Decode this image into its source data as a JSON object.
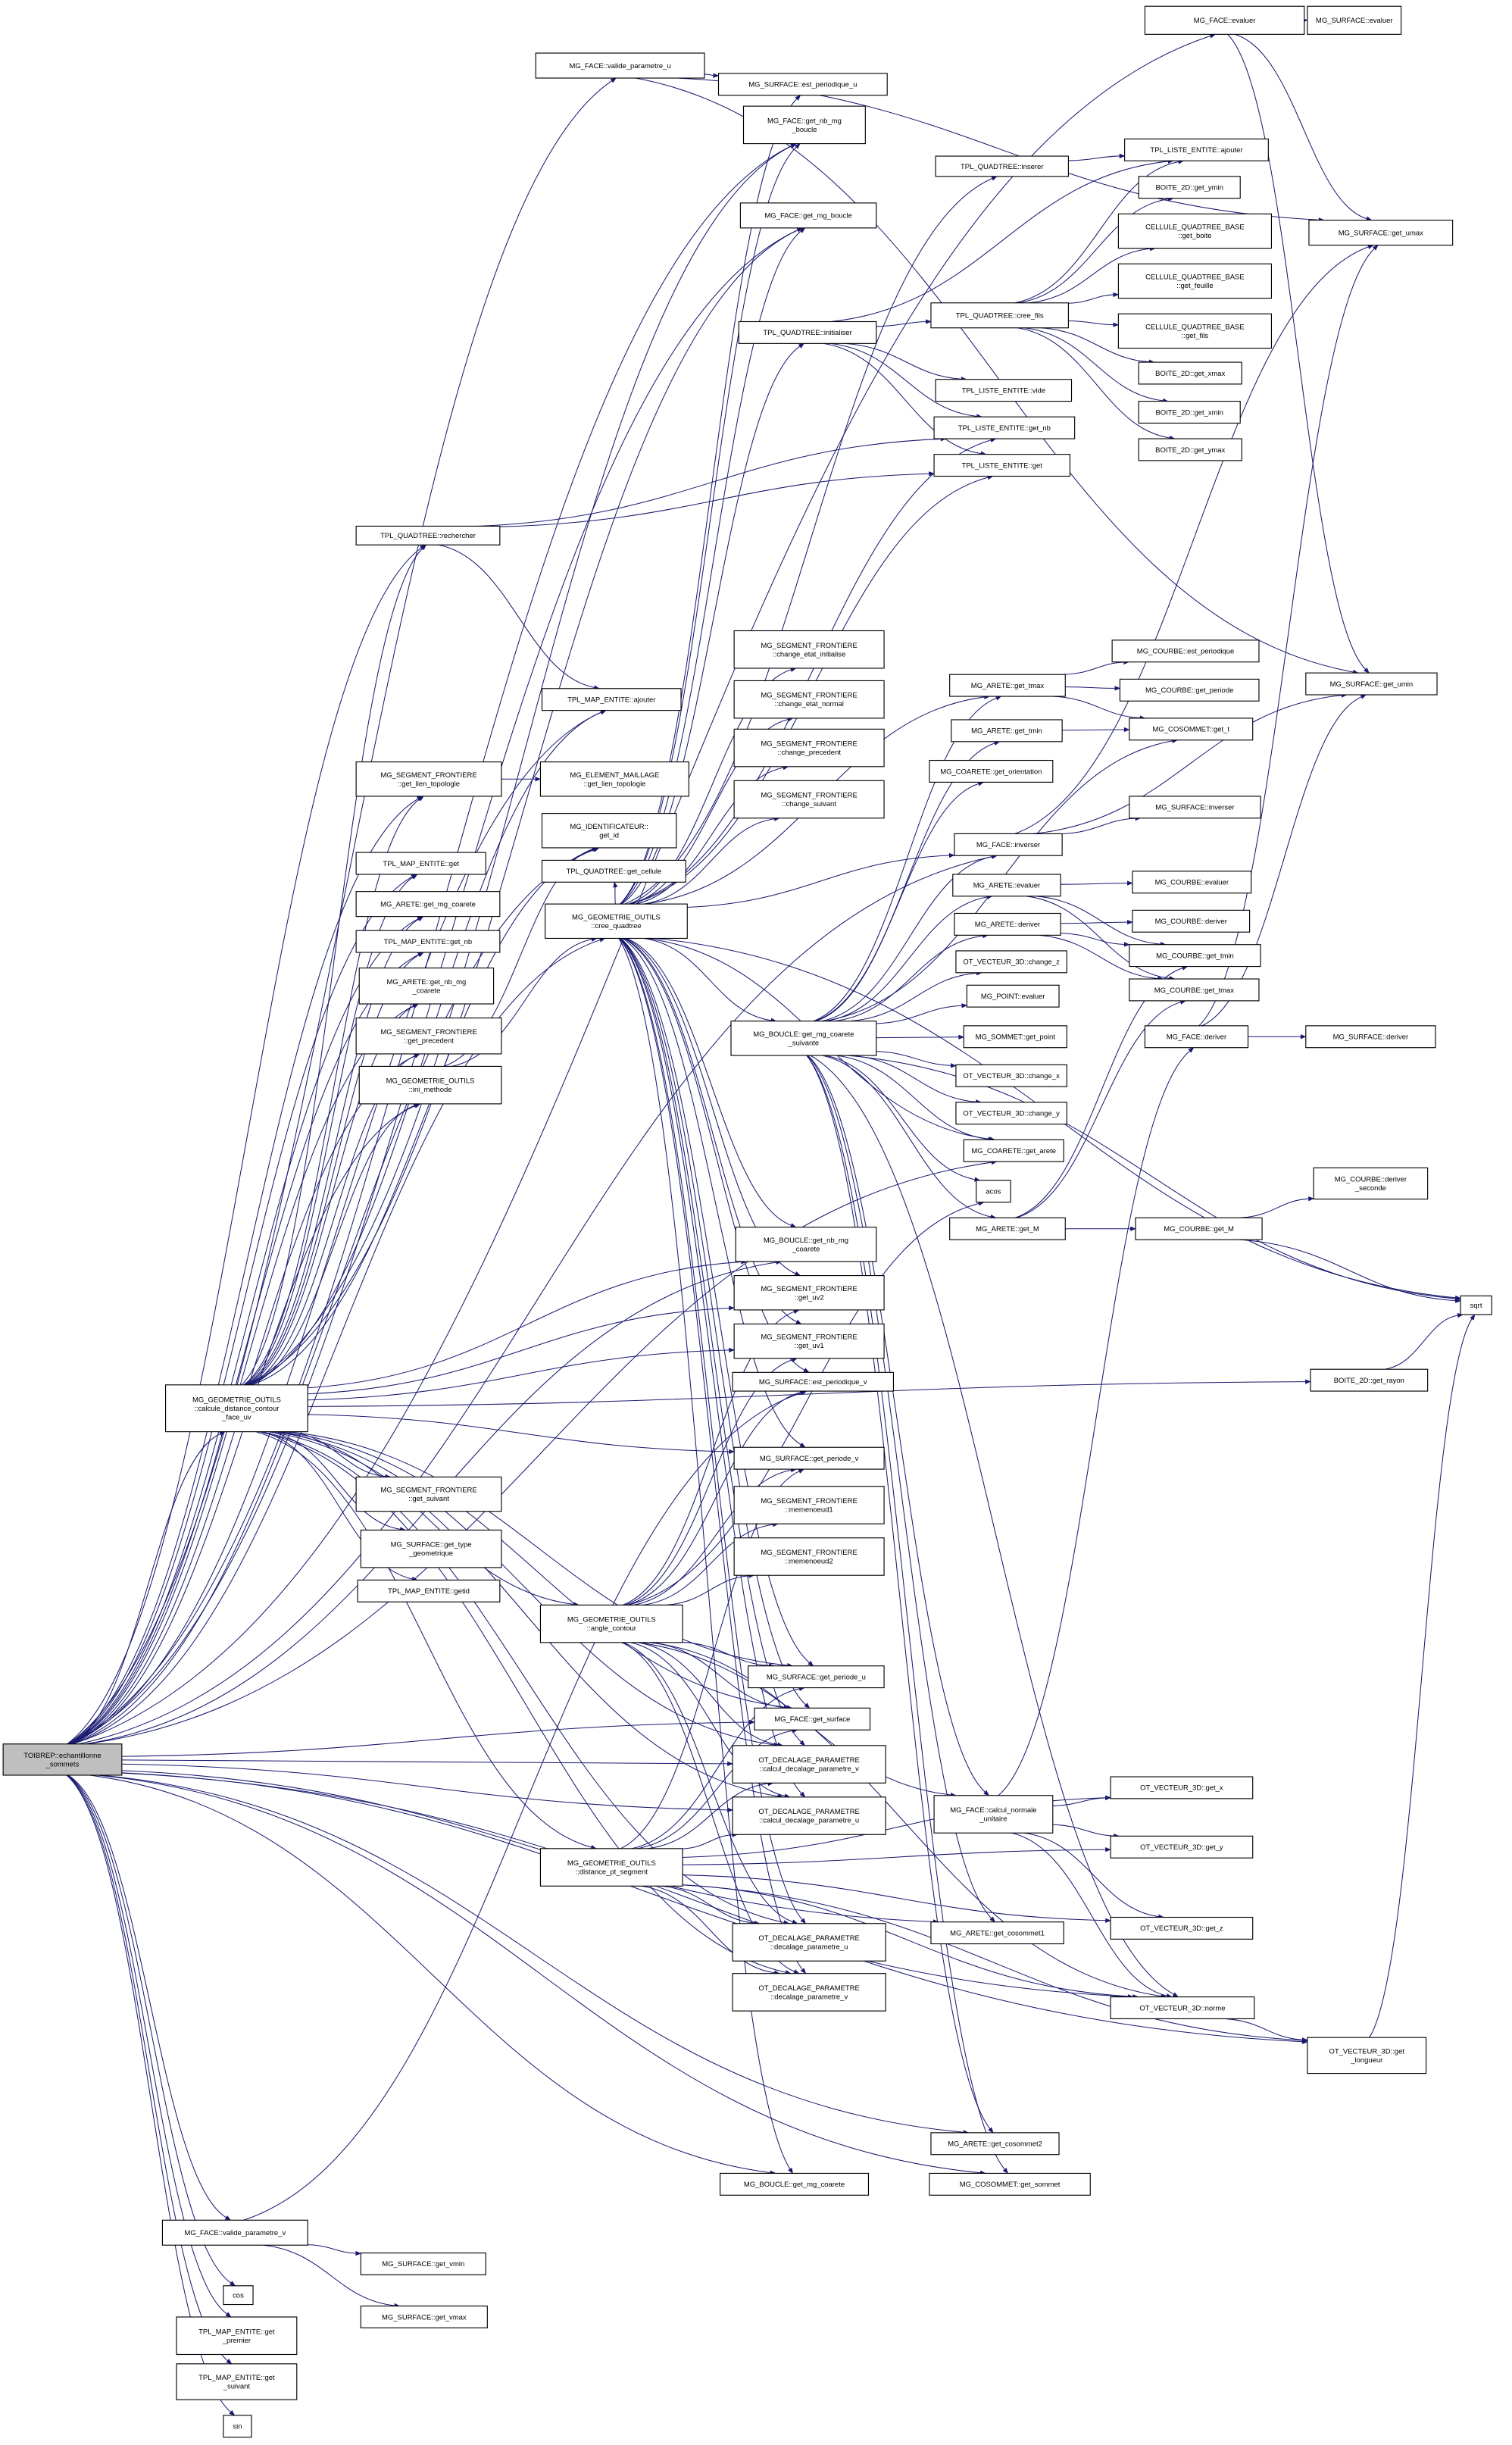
{
  "title": "TOIBREP::echantillonne_sommets call graph",
  "colors": {
    "edge": "#191970",
    "root_fill": "#bfbfbf",
    "node_fill": "#ffffff",
    "node_border": "#000000"
  },
  "nodes": {
    "root": [
      "TOIBREP::echantillonne",
      "_sommets"
    ],
    "face_evaluer": [
      "MG_FACE::evaluer"
    ],
    "surf_evaluer": [
      "MG_SURFACE::evaluer"
    ],
    "face_valide_u": [
      "MG_FACE::valide_parametre_u"
    ],
    "surf_est_per_u": [
      "MG_SURFACE::est_periodique_u"
    ],
    "face_get_nb_mg_boucle": [
      "MG_FACE::get_nb_mg",
      "_boucle"
    ],
    "face_get_mg_boucle": [
      "MG_FACE::get_mg_boucle"
    ],
    "qt_inserer": [
      "TPL_QUADTREE::inserer"
    ],
    "liste_ajouter": [
      "TPL_LISTE_ENTITE::ajouter"
    ],
    "b2d_get_ymin": [
      "BOITE_2D::get_ymin"
    ],
    "cell_get_boite": [
      "CELLULE_QUADTREE_BASE",
      "::get_boite"
    ],
    "cell_get_feuille": [
      "CELLULE_QUADTREE_BASE",
      "::get_feuille"
    ],
    "cell_get_fils": [
      "CELLULE_QUADTREE_BASE",
      "::get_fils"
    ],
    "surf_get_umax": [
      "MG_SURFACE::get_umax"
    ],
    "qt_initialiser": [
      "TPL_QUADTREE::initialiser"
    ],
    "qt_cree_fils": [
      "TPL_QUADTREE::cree_fils"
    ],
    "b2d_get_xmax": [
      "BOITE_2D::get_xmax"
    ],
    "liste_vide": [
      "TPL_LISTE_ENTITE::vide"
    ],
    "b2d_get_xmin": [
      "BOITE_2D::get_xmin"
    ],
    "liste_get_nb": [
      "TPL_LISTE_ENTITE::get_nb"
    ],
    "b2d_get_ymax": [
      "BOITE_2D::get_ymax"
    ],
    "liste_get": [
      "TPL_LISTE_ENTITE::get"
    ],
    "qt_rechercher": [
      "TPL_QUADTREE::rechercher"
    ],
    "sf_change_etat_init": [
      "MG_SEGMENT_FRONTIERE",
      "::change_etat_initialise"
    ],
    "courbe_est_per": [
      "MG_COURBE::est_periodique"
    ],
    "arete_get_tmax": [
      "MG_ARETE::get_tmax"
    ],
    "courbe_get_periode": [
      "MG_COURBE::get_periode"
    ],
    "surf_get_umin": [
      "MG_SURFACE::get_umin"
    ],
    "sf_change_etat_normal": [
      "MG_SEGMENT_FRONTIERE",
      "::change_etat_normal"
    ],
    "map_ajouter": [
      "TPL_MAP_ENTITE::ajouter"
    ],
    "arete_get_tmin": [
      "MG_ARETE::get_tmin"
    ],
    "cosommet_get_t": [
      "MG_COSOMMET::get_t"
    ],
    "sf_change_precedent": [
      "MG_SEGMENT_FRONTIERE",
      "::change_precedent"
    ],
    "coarete_get_orient": [
      "MG_COARETE::get_orientation"
    ],
    "sf_get_lien_topo": [
      "MG_SEGMENT_FRONTIERE",
      "::get_lien_topologie"
    ],
    "elem_get_lien_topo": [
      "MG_ELEMENT_MAILLAGE",
      "::get_lien_topologie"
    ],
    "sf_change_suivant": [
      "MG_SEGMENT_FRONTIERE",
      "::change_suivant"
    ],
    "surf_inverser": [
      "MG_SURFACE::inverser"
    ],
    "ident_get_id": [
      "MG_IDENTIFICATEUR::",
      "get_id"
    ],
    "face_inverser": [
      "MG_FACE::inverser"
    ],
    "map_get": [
      "TPL_MAP_ENTITE::get"
    ],
    "qt_get_cellule": [
      "TPL_QUADTREE::get_cellule"
    ],
    "arete_evaluer": [
      "MG_ARETE::evaluer"
    ],
    "courbe_evaluer": [
      "MG_COURBE::evaluer"
    ],
    "arete_get_mg_coarete": [
      "MG_ARETE::get_mg_coarete"
    ],
    "geo_cree_quadtree": [
      "MG_GEOMETRIE_OUTILS",
      "::cree_quadtree"
    ],
    "arete_deriver": [
      "MG_ARETE::deriver"
    ],
    "courbe_deriver": [
      "MG_COURBE::deriver"
    ],
    "map_get_nb": [
      "TPL_MAP_ENTITE::get_nb"
    ],
    "vec_change_z": [
      "OT_VECTEUR_3D::change_z"
    ],
    "courbe_get_tmin": [
      "MG_COURBE::get_tmin"
    ],
    "arete_get_nb_mg_coarete": [
      "MG_ARETE::get_nb_mg",
      "_coarete"
    ],
    "point_evaluer": [
      "MG_POINT::evaluer"
    ],
    "courbe_get_tmax": [
      "MG_COURBE::get_tmax"
    ],
    "sf_get_precedent": [
      "MG_SEGMENT_FRONTIERE",
      "::get_precedent"
    ],
    "boucle_get_suivante": [
      "MG_BOUCLE::get_mg_coarete",
      "_suivante"
    ],
    "face_deriver": [
      "MG_FACE::deriver"
    ],
    "surf_deriver": [
      "MG_SURFACE::deriver"
    ],
    "sommet_get_point": [
      "MG_SOMMET::get_point"
    ],
    "geo_ini_methode": [
      "MG_GEOMETRIE_OUTILS",
      "::ini_methode"
    ],
    "vec_change_x": [
      "OT_VECTEUR_3D::change_x"
    ],
    "vec_change_y": [
      "OT_VECTEUR_3D::change_y"
    ],
    "coarete_get_arete": [
      "MG_COARETE::get_arete"
    ],
    "courbe_deriver_seconde": [
      "MG_COURBE::deriver",
      "_seconde"
    ],
    "acos": [
      "acos"
    ],
    "arete_get_M": [
      "MG_ARETE::get_M"
    ],
    "courbe_get_M": [
      "MG_COURBE::get_M"
    ],
    "boucle_get_nb_mg_coarete": [
      "MG_BOUCLE::get_nb_mg",
      "_coarete"
    ],
    "sqrt": [
      "sqrt"
    ],
    "sf_get_uv2": [
      "MG_SEGMENT_FRONTIERE",
      "::get_uv2"
    ],
    "sf_get_uv1": [
      "MG_SEGMENT_FRONTIERE",
      "::get_uv1"
    ],
    "surf_est_per_v": [
      "MG_SURFACE::est_periodique_v"
    ],
    "b2d_get_rayon": [
      "BOITE_2D::get_rayon"
    ],
    "geo_calcule_dist": [
      "MG_GEOMETRIE_OUTILS",
      "::calcule_distance_contour",
      "_face_uv"
    ],
    "surf_get_periode_v": [
      "MG_SURFACE::get_periode_v"
    ],
    "sf_get_suivant": [
      "MG_SEGMENT_FRONTIERE",
      "::get_suivant"
    ],
    "sf_memenoeud1": [
      "MG_SEGMENT_FRONTIERE",
      "::memenoeud1"
    ],
    "surf_get_type_geo": [
      "MG_SURFACE::get_type",
      "_geometrique"
    ],
    "sf_memenoeud2": [
      "MG_SEGMENT_FRONTIERE",
      "::memenoeud2"
    ],
    "map_getid": [
      "TPL_MAP_ENTITE::getid"
    ],
    "geo_angle_contour": [
      "MG_GEOMETRIE_OUTILS",
      "::angle_contour"
    ],
    "surf_get_periode_u": [
      "MG_SURFACE::get_periode_u"
    ],
    "face_get_surface": [
      "MG_FACE::get_surface"
    ],
    "dec_calcul_v": [
      "OT_DECALAGE_PARAMETRE",
      "::calcul_decalage_parametre_v"
    ],
    "vec_get_x": [
      "OT_VECTEUR_3D::get_x"
    ],
    "face_calcul_normale": [
      "MG_FACE::calcul_normale",
      "_unitaire"
    ],
    "dec_calcul_u": [
      "OT_DECALAGE_PARAMETRE",
      "::calcul_decalage_parametre_u"
    ],
    "vec_get_y": [
      "OT_VECTEUR_3D::get_y"
    ],
    "geo_distance_pt_seg": [
      "MG_GEOMETRIE_OUTILS",
      "::distance_pt_segment"
    ],
    "vec_get_z": [
      "OT_VECTEUR_3D::get_z"
    ],
    "arete_get_cosommet1": [
      "MG_ARETE::get_cosommet1"
    ],
    "dec_decalage_u": [
      "OT_DECALAGE_PARAMETRE",
      "::decalage_parametre_u"
    ],
    "dec_decalage_v": [
      "OT_DECALAGE_PARAMETRE",
      "::decalage_parametre_v"
    ],
    "vec_norme": [
      "OT_VECTEUR_3D::norme"
    ],
    "vec_get_longueur": [
      "OT_VECTEUR_3D::get",
      "_longueur"
    ],
    "arete_get_cosommet2": [
      "MG_ARETE::get_cosommet2"
    ],
    "boucle_get_mg_coarete": [
      "MG_BOUCLE::get_mg_coarete"
    ],
    "cosommet_get_sommet": [
      "MG_COSOMMET::get_sommet"
    ],
    "face_valide_v": [
      "MG_FACE::valide_parametre_v"
    ],
    "surf_get_vmin": [
      "MG_SURFACE::get_vmin"
    ],
    "cos": [
      "cos"
    ],
    "surf_get_vmax": [
      "MG_SURFACE::get_vmax"
    ],
    "map_get_premier": [
      "TPL_MAP_ENTITE::get",
      "_premier"
    ],
    "map_get_suivant": [
      "TPL_MAP_ENTITE::get",
      "_suivant"
    ],
    "sin": [
      "sin"
    ]
  },
  "edges": [
    [
      "root",
      "face_evaluer"
    ],
    [
      "root",
      "face_valide_u"
    ],
    [
      "root",
      "face_get_nb_mg_boucle"
    ],
    [
      "root",
      "face_get_mg_boucle"
    ],
    [
      "root",
      "qt_rechercher"
    ],
    [
      "root",
      "map_ajouter"
    ],
    [
      "root",
      "sf_get_lien_topo"
    ],
    [
      "root",
      "ident_get_id"
    ],
    [
      "root",
      "map_get"
    ],
    [
      "root",
      "arete_get_mg_coarete"
    ],
    [
      "root",
      "map_get_nb"
    ],
    [
      "root",
      "arete_get_nb_mg_coarete"
    ],
    [
      "root",
      "sf_get_precedent"
    ],
    [
      "root",
      "geo_ini_methode"
    ],
    [
      "root",
      "geo_calcule_dist"
    ],
    [
      "root",
      "face_inverser"
    ],
    [
      "root",
      "coarete_get_arete"
    ],
    [
      "root",
      "boucle_get_nb_mg_coarete"
    ],
    [
      "root",
      "face_get_surface"
    ],
    [
      "root",
      "dec_calcul_v"
    ],
    [
      "root",
      "dec_calcul_u"
    ],
    [
      "root",
      "arete_get_cosommet1"
    ],
    [
      "root",
      "vec_norme"
    ],
    [
      "root",
      "arete_get_cosommet2"
    ],
    [
      "root",
      "boucle_get_mg_coarete"
    ],
    [
      "root",
      "cosommet_get_sommet"
    ],
    [
      "root",
      "vec_get_longueur"
    ],
    [
      "root",
      "face_valide_v"
    ],
    [
      "root",
      "cos"
    ],
    [
      "root",
      "map_get_premier"
    ],
    [
      "root",
      "map_get_suivant"
    ],
    [
      "root",
      "sin"
    ],
    [
      "root",
      "geo_cree_quadtree"
    ],
    [
      "face_evaluer",
      "surf_evaluer"
    ],
    [
      "face_evaluer",
      "surf_get_umax"
    ],
    [
      "face_evaluer",
      "surf_get_umin"
    ],
    [
      "face_valide_u",
      "surf_est_per_u"
    ],
    [
      "face_valide_u",
      "surf_get_umax"
    ],
    [
      "face_valide_u",
      "surf_get_umin"
    ],
    [
      "qt_inserer",
      "liste_ajouter"
    ],
    [
      "qt_initialiser",
      "qt_cree_fils"
    ],
    [
      "qt_initialiser",
      "liste_ajouter"
    ],
    [
      "qt_initialiser",
      "liste_vide"
    ],
    [
      "qt_initialiser",
      "liste_get_nb"
    ],
    [
      "qt_initialiser",
      "liste_get"
    ],
    [
      "qt_cree_fils",
      "liste_ajouter"
    ],
    [
      "qt_cree_fils",
      "b2d_get_ymin"
    ],
    [
      "qt_cree_fils",
      "cell_get_boite"
    ],
    [
      "qt_cree_fils",
      "cell_get_feuille"
    ],
    [
      "qt_cree_fils",
      "cell_get_fils"
    ],
    [
      "qt_cree_fils",
      "b2d_get_xmax"
    ],
    [
      "qt_cree_fils",
      "b2d_get_xmin"
    ],
    [
      "qt_cree_fils",
      "b2d_get_ymax"
    ],
    [
      "qt_rechercher",
      "liste_get_nb"
    ],
    [
      "qt_rechercher",
      "liste_get"
    ],
    [
      "qt_rechercher",
      "map_ajouter"
    ],
    [
      "arete_get_tmax",
      "courbe_est_per"
    ],
    [
      "arete_get_tmax",
      "courbe_get_periode"
    ],
    [
      "arete_get_tmax",
      "cosommet_get_t"
    ],
    [
      "arete_get_tmin",
      "cosommet_get_t"
    ],
    [
      "sf_get_lien_topo",
      "elem_get_lien_topo"
    ],
    [
      "face_inverser",
      "surf_inverser"
    ],
    [
      "face_inverser",
      "surf_get_umax"
    ],
    [
      "face_inverser",
      "surf_get_umin"
    ],
    [
      "arete_evaluer",
      "courbe_evaluer"
    ],
    [
      "arete_evaluer",
      "courbe_get_tmin"
    ],
    [
      "arete_evaluer",
      "courbe_get_tmax"
    ],
    [
      "arete_deriver",
      "courbe_deriver"
    ],
    [
      "arete_deriver",
      "courbe_get_tmin"
    ],
    [
      "arete_deriver",
      "courbe_get_tmax"
    ],
    [
      "face_deriver",
      "surf_deriver"
    ],
    [
      "face_deriver",
      "surf_get_umax"
    ],
    [
      "face_deriver",
      "surf_get_umin"
    ],
    [
      "geo_ini_methode",
      "ident_get_id"
    ],
    [
      "geo_ini_methode",
      "geo_cree_quadtree"
    ],
    [
      "geo_cree_quadtree",
      "qt_initialiser"
    ],
    [
      "geo_cree_quadtree",
      "qt_inserer"
    ],
    [
      "geo_cree_quadtree",
      "qt_get_cellule"
    ],
    [
      "geo_cree_quadtree",
      "face_get_nb_mg_boucle"
    ],
    [
      "geo_cree_quadtree",
      "face_get_mg_boucle"
    ],
    [
      "geo_cree_quadtree",
      "liste_get_nb"
    ],
    [
      "geo_cree_quadtree",
      "liste_get"
    ],
    [
      "geo_cree_quadtree",
      "sf_change_etat_init"
    ],
    [
      "geo_cree_quadtree",
      "sf_change_etat_normal"
    ],
    [
      "geo_cree_quadtree",
      "sf_change_precedent"
    ],
    [
      "geo_cree_quadtree",
      "sf_change_suivant"
    ],
    [
      "geo_cree_quadtree",
      "boucle_get_suivante"
    ],
    [
      "geo_cree_quadtree",
      "boucle_get_nb_mg_coarete"
    ],
    [
      "geo_cree_quadtree",
      "sf_get_uv2"
    ],
    [
      "geo_cree_quadtree",
      "sf_get_uv1"
    ],
    [
      "geo_cree_quadtree",
      "surf_est_per_v"
    ],
    [
      "geo_cree_quadtree",
      "surf_get_periode_v"
    ],
    [
      "geo_cree_quadtree",
      "surf_get_periode_u"
    ],
    [
      "geo_cree_quadtree",
      "face_get_surface"
    ],
    [
      "geo_cree_quadtree",
      "coarete_get_arete"
    ],
    [
      "geo_cree_quadtree",
      "sqrt"
    ],
    [
      "geo_cree_quadtree",
      "arete_get_tmax"
    ],
    [
      "geo_cree_quadtree",
      "face_inverser"
    ],
    [
      "geo_cree_quadtree",
      "dec_calcul_v"
    ],
    [
      "geo_cree_quadtree",
      "dec_calcul_u"
    ],
    [
      "geo_cree_quadtree",
      "dec_decalage_u"
    ],
    [
      "geo_cree_quadtree",
      "dec_decalage_v"
    ],
    [
      "geo_cree_quadtree",
      "boucle_get_mg_coarete"
    ],
    [
      "geo_cree_quadtree",
      "surf_est_per_u"
    ],
    [
      "boucle_get_suivante",
      "arete_get_tmax"
    ],
    [
      "boucle_get_suivante",
      "arete_get_tmin"
    ],
    [
      "boucle_get_suivante",
      "coarete_get_orient"
    ],
    [
      "boucle_get_suivante",
      "face_inverser"
    ],
    [
      "boucle_get_suivante",
      "arete_evaluer"
    ],
    [
      "boucle_get_suivante",
      "arete_deriver"
    ],
    [
      "boucle_get_suivante",
      "vec_change_z"
    ],
    [
      "boucle_get_suivante",
      "point_evaluer"
    ],
    [
      "boucle_get_suivante",
      "sommet_get_point"
    ],
    [
      "boucle_get_suivante",
      "vec_change_x"
    ],
    [
      "boucle_get_suivante",
      "vec_change_y"
    ],
    [
      "boucle_get_suivante",
      "coarete_get_arete"
    ],
    [
      "boucle_get_suivante",
      "acos"
    ],
    [
      "boucle_get_suivante",
      "arete_get_M"
    ],
    [
      "boucle_get_suivante",
      "face_calcul_normale"
    ],
    [
      "boucle_get_suivante",
      "vec_norme"
    ],
    [
      "boucle_get_suivante",
      "arete_get_cosommet1"
    ],
    [
      "boucle_get_suivante",
      "arete_get_cosommet2"
    ],
    [
      "boucle_get_suivante",
      "cosommet_get_sommet"
    ],
    [
      "boucle_get_suivante",
      "sqrt"
    ],
    [
      "boucle_get_suivante",
      "cosommet_get_t"
    ],
    [
      "arete_get_M",
      "courbe_get_M"
    ],
    [
      "arete_get_M",
      "courbe_get_tmin"
    ],
    [
      "arete_get_M",
      "courbe_get_tmax"
    ],
    [
      "courbe_get_M",
      "courbe_deriver_seconde"
    ],
    [
      "courbe_get_M",
      "sqrt"
    ],
    [
      "b2d_get_rayon",
      "sqrt"
    ],
    [
      "vec_get_longueur",
      "sqrt"
    ],
    [
      "geo_calcule_dist",
      "sf_get_suivant"
    ],
    [
      "geo_calcule_dist",
      "surf_get_type_geo"
    ],
    [
      "geo_calcule_dist",
      "map_getid"
    ],
    [
      "geo_calcule_dist",
      "geo_angle_contour"
    ],
    [
      "geo_calcule_dist",
      "geo_distance_pt_seg"
    ],
    [
      "geo_calcule_dist",
      "b2d_get_rayon"
    ],
    [
      "geo_calcule_dist",
      "sf_get_uv2"
    ],
    [
      "geo_calcule_dist",
      "sf_get_uv1"
    ],
    [
      "geo_calcule_dist",
      "surf_get_periode_v"
    ],
    [
      "geo_calcule_dist",
      "surf_get_periode_u"
    ],
    [
      "geo_calcule_dist",
      "face_get_surface"
    ],
    [
      "geo_calcule_dist",
      "dec_calcul_v"
    ],
    [
      "geo_calcule_dist",
      "dec_calcul_u"
    ],
    [
      "geo_calcule_dist",
      "dec_decalage_u"
    ],
    [
      "geo_calcule_dist",
      "dec_decalage_v"
    ],
    [
      "geo_calcule_dist",
      "boucle_get_nb_mg_coarete"
    ],
    [
      "geo_calcule_dist",
      "map_get"
    ],
    [
      "geo_calcule_dist",
      "arete_get_mg_coarete"
    ],
    [
      "geo_calcule_dist",
      "map_get_nb"
    ],
    [
      "geo_calcule_dist",
      "arete_get_nb_mg_coarete"
    ],
    [
      "geo_calcule_dist",
      "sf_get_precedent"
    ],
    [
      "geo_calcule_dist",
      "geo_ini_methode"
    ],
    [
      "geo_calcule_dist",
      "qt_rechercher"
    ],
    [
      "geo_calcule_dist",
      "map_ajouter"
    ],
    [
      "geo_calcule_dist",
      "sf_get_lien_topo"
    ],
    [
      "geo_calcule_dist",
      "ident_get_id"
    ],
    [
      "geo_calcule_dist",
      "face_get_nb_mg_boucle"
    ],
    [
      "geo_calcule_dist",
      "face_get_mg_boucle"
    ],
    [
      "geo_angle_contour",
      "sf_get_uv2"
    ],
    [
      "geo_angle_contour",
      "sf_get_uv1"
    ],
    [
      "geo_angle_contour",
      "surf_est_per_v"
    ],
    [
      "geo_angle_contour",
      "surf_get_periode_v"
    ],
    [
      "geo_angle_contour",
      "sf_memenoeud1"
    ],
    [
      "geo_angle_contour",
      "sf_memenoeud2"
    ],
    [
      "geo_angle_contour",
      "surf_get_periode_u"
    ],
    [
      "geo_angle_contour",
      "face_get_surface"
    ],
    [
      "geo_angle_contour",
      "dec_calcul_v"
    ],
    [
      "geo_angle_contour",
      "dec_calcul_u"
    ],
    [
      "geo_angle_contour",
      "dec_decalage_u"
    ],
    [
      "geo_angle_contour",
      "dec_decalage_v"
    ],
    [
      "geo_angle_contour",
      "face_calcul_normale"
    ],
    [
      "geo_angle_contour",
      "acos"
    ],
    [
      "geo_angle_contour",
      "vec_norme"
    ],
    [
      "geo_distance_pt_seg",
      "surf_get_periode_v"
    ],
    [
      "geo_distance_pt_seg",
      "surf_get_periode_u"
    ],
    [
      "geo_distance_pt_seg",
      "face_get_surface"
    ],
    [
      "geo_distance_pt_seg",
      "dec_calcul_v"
    ],
    [
      "geo_distance_pt_seg",
      "dec_calcul_u"
    ],
    [
      "geo_distance_pt_seg",
      "dec_decalage_u"
    ],
    [
      "geo_distance_pt_seg",
      "dec_decalage_v"
    ],
    [
      "geo_distance_pt_seg",
      "vec_get_x"
    ],
    [
      "geo_distance_pt_seg",
      "vec_get_y"
    ],
    [
      "geo_distance_pt_seg",
      "vec_get_z"
    ],
    [
      "geo_distance_pt_seg",
      "vec_norme"
    ],
    [
      "geo_distance_pt_seg",
      "vec_get_longueur"
    ],
    [
      "face_calcul_normale",
      "face_deriver"
    ],
    [
      "face_calcul_normale",
      "vec_get_x"
    ],
    [
      "face_calcul_normale",
      "vec_get_y"
    ],
    [
      "face_calcul_normale",
      "vec_get_z"
    ],
    [
      "face_calcul_normale",
      "vec_norme"
    ],
    [
      "vec_norme",
      "vec_get_longueur"
    ],
    [
      "face_valide_v",
      "surf_get_vmin"
    ],
    [
      "face_valide_v",
      "surf_get_vmax"
    ],
    [
      "face_valide_v",
      "surf_est_per_v"
    ]
  ]
}
